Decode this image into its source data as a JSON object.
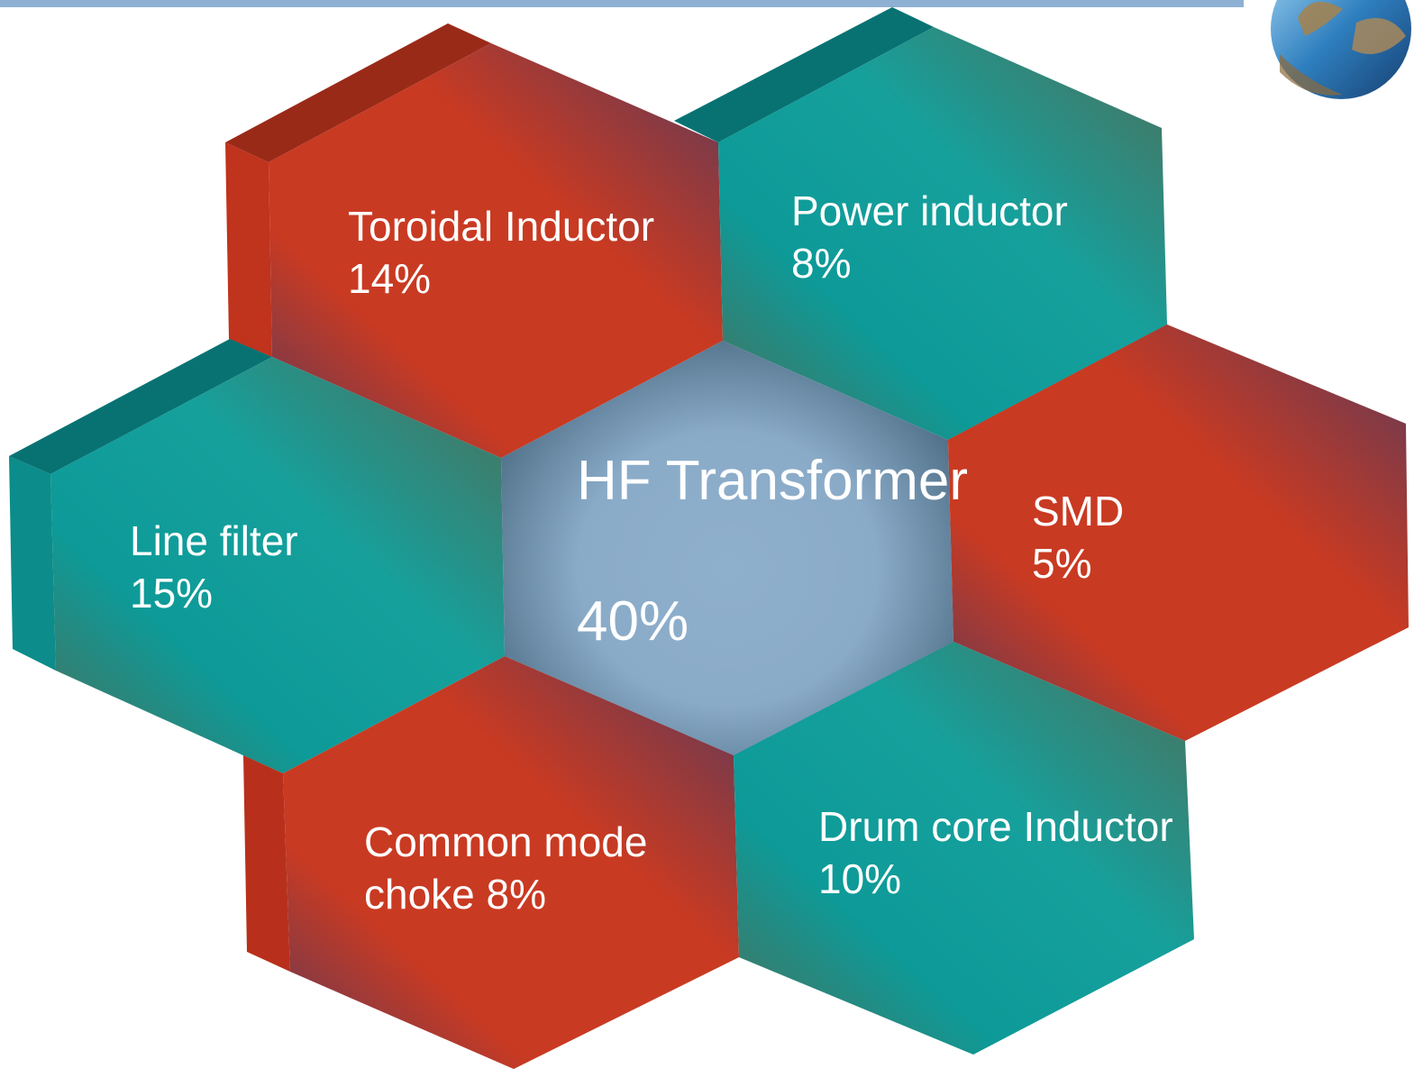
{
  "colors": {
    "header_bar": "#8eb0d3",
    "red": "#c93a22",
    "red_dark": "#9a2a18",
    "purple": "#5b3a5a",
    "teal": "#0d9a98",
    "teal_dark": "#087272",
    "olive": "#4e6e58",
    "center_light": "#8fb0cc",
    "center_dark": "#5d7f9c"
  },
  "segments": [
    {
      "id": "toroidal",
      "label": "Toroidal Inductor\n14%",
      "value": 14,
      "theme": "red"
    },
    {
      "id": "power",
      "label": "Power inductor\n8%",
      "value": 8,
      "theme": "teal"
    },
    {
      "id": "line",
      "label": "Line filter\n15%",
      "value": 15,
      "theme": "teal"
    },
    {
      "id": "smd",
      "label": "SMD\n5%",
      "value": 5,
      "theme": "red"
    },
    {
      "id": "common",
      "label": "Common mode\nchoke 8%",
      "value": 8,
      "theme": "red"
    },
    {
      "id": "drum",
      "label": "Drum core Inductor\n10%",
      "value": 10,
      "theme": "teal"
    }
  ],
  "center": {
    "title": "HF Transformer",
    "value_label": "40%",
    "value": 40
  },
  "logo": {
    "icon": "globe-icon"
  }
}
